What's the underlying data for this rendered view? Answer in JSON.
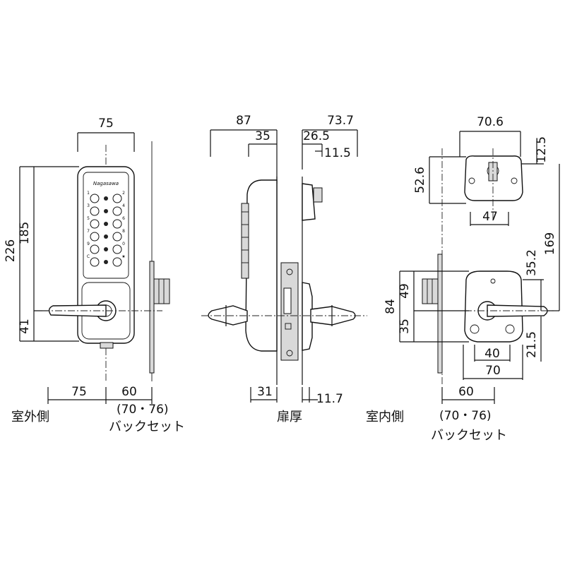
{
  "views": {
    "outside": {
      "label": "室外側",
      "backset_note": "(70・76)",
      "backset_label": "バックセット",
      "dims": {
        "width": "75",
        "height_total": "226",
        "height_upper": "185",
        "height_lower": "41",
        "bottom_left": "75",
        "bottom_right": "60"
      }
    },
    "side": {
      "label": "扉厚",
      "dims": {
        "outer_proj": "87",
        "outer_body": "35",
        "inner_proj": "73.7",
        "inner_body": "26.5",
        "inner_small": "11.5",
        "bottom_left": "31",
        "bottom_right": "11.7"
      }
    },
    "inside": {
      "label": "室内側",
      "backset_note": "(70・76)",
      "backset_label": "バックセット",
      "dims": {
        "top_width": "70.6",
        "top_offset": "12.5",
        "top_height": "52.6",
        "top_hole": "47",
        "center_span": "169",
        "lever_offset": "35.2",
        "lower_total": "84",
        "lower_upper": "49",
        "lower_lower": "35",
        "bottom_hole": "40",
        "bottom_width": "70",
        "lever_drop": "21.5",
        "backset": "60"
      }
    }
  },
  "keypad": {
    "brand": "Nagasawa",
    "left_keys": [
      "1",
      "3",
      "5",
      "7",
      "9",
      "C"
    ],
    "right_keys": [
      "2",
      "4",
      "6",
      "8",
      "0",
      "★"
    ]
  }
}
